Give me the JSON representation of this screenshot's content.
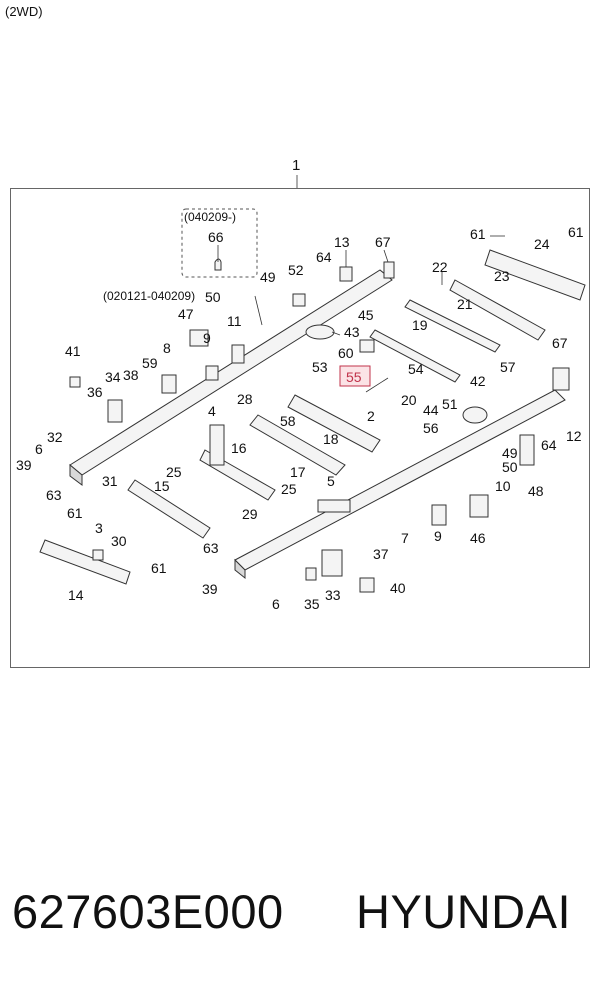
{
  "header": {
    "variant": "(2WD)",
    "assembly_ref": "1"
  },
  "callouts": [
    {
      "id": "c66",
      "text": "66"
    },
    {
      "id": "c49a",
      "text": "49"
    },
    {
      "id": "c52",
      "text": "52"
    },
    {
      "id": "c64a",
      "text": "64"
    },
    {
      "id": "c13",
      "text": "13"
    },
    {
      "id": "c67a",
      "text": "67"
    },
    {
      "id": "c22",
      "text": "22"
    },
    {
      "id": "c61a",
      "text": "61"
    },
    {
      "id": "c24",
      "text": "24"
    },
    {
      "id": "c61b",
      "text": "61"
    },
    {
      "id": "c23",
      "text": "23"
    },
    {
      "id": "c50a",
      "text": "50"
    },
    {
      "id": "c21",
      "text": "21"
    },
    {
      "id": "c47",
      "text": "47"
    },
    {
      "id": "c11",
      "text": "11"
    },
    {
      "id": "c45",
      "text": "45"
    },
    {
      "id": "c43",
      "text": "43"
    },
    {
      "id": "c19",
      "text": "19"
    },
    {
      "id": "c41",
      "text": "41"
    },
    {
      "id": "c8",
      "text": "8"
    },
    {
      "id": "c9a",
      "text": "9"
    },
    {
      "id": "c60",
      "text": "60"
    },
    {
      "id": "c67b",
      "text": "67"
    },
    {
      "id": "c53",
      "text": "53"
    },
    {
      "id": "c54",
      "text": "54"
    },
    {
      "id": "c57",
      "text": "57"
    },
    {
      "id": "c36",
      "text": "36"
    },
    {
      "id": "c34",
      "text": "34"
    },
    {
      "id": "c38",
      "text": "38"
    },
    {
      "id": "c59",
      "text": "59"
    },
    {
      "id": "c55",
      "text": "55"
    },
    {
      "id": "c42",
      "text": "42"
    },
    {
      "id": "c20",
      "text": "20"
    },
    {
      "id": "c44",
      "text": "44"
    },
    {
      "id": "c51",
      "text": "51"
    },
    {
      "id": "c4",
      "text": "4"
    },
    {
      "id": "c28",
      "text": "28"
    },
    {
      "id": "c58",
      "text": "58"
    },
    {
      "id": "c2",
      "text": "2"
    },
    {
      "id": "c18",
      "text": "18"
    },
    {
      "id": "c56",
      "text": "56"
    },
    {
      "id": "c64b",
      "text": "64"
    },
    {
      "id": "c12",
      "text": "12"
    },
    {
      "id": "c32",
      "text": "32"
    },
    {
      "id": "c6a",
      "text": "6"
    },
    {
      "id": "c16",
      "text": "16"
    },
    {
      "id": "c39a",
      "text": "39"
    },
    {
      "id": "c25a",
      "text": "25"
    },
    {
      "id": "c17",
      "text": "17"
    },
    {
      "id": "c49b",
      "text": "49"
    },
    {
      "id": "c50b",
      "text": "50"
    },
    {
      "id": "c31",
      "text": "31"
    },
    {
      "id": "c15",
      "text": "15"
    },
    {
      "id": "c63a",
      "text": "63"
    },
    {
      "id": "c5",
      "text": "5"
    },
    {
      "id": "c25b",
      "text": "25"
    },
    {
      "id": "c10",
      "text": "10"
    },
    {
      "id": "c48",
      "text": "48"
    },
    {
      "id": "c61c",
      "text": "61"
    },
    {
      "id": "c9b",
      "text": "9"
    },
    {
      "id": "c46",
      "text": "46"
    },
    {
      "id": "c3",
      "text": "3"
    },
    {
      "id": "c29",
      "text": "29"
    },
    {
      "id": "c30",
      "text": "30"
    },
    {
      "id": "c63b",
      "text": "63"
    },
    {
      "id": "c7",
      "text": "7"
    },
    {
      "id": "c37",
      "text": "37"
    },
    {
      "id": "c61d",
      "text": "61"
    },
    {
      "id": "c14",
      "text": "14"
    },
    {
      "id": "c39b",
      "text": "39"
    },
    {
      "id": "c6b",
      "text": "6"
    },
    {
      "id": "c35",
      "text": "35"
    },
    {
      "id": "c33",
      "text": "33"
    },
    {
      "id": "c40",
      "text": "40"
    }
  ],
  "notes": {
    "date_range_a": "(040209-)",
    "date_range_b": "(020121-040209)"
  },
  "highlight": {
    "text": "55",
    "color": "#c0334b"
  },
  "footer": {
    "part_number": "627603E000",
    "brand": "HYUNDAI"
  }
}
